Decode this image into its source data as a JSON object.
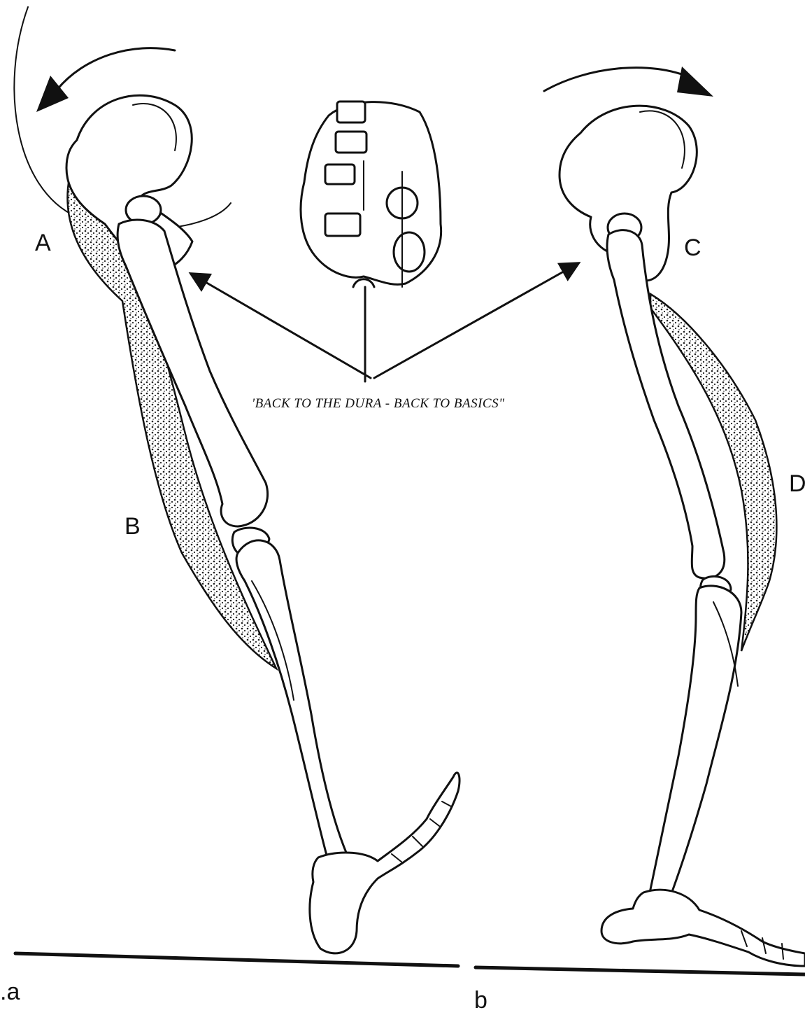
{
  "labels": {
    "A": "A",
    "B": "B",
    "C": "C",
    "D": "D",
    "panel_a": ".a",
    "panel_b": "b"
  },
  "caption": "'BACK TO THE DURA - BACK TO BASICS\"",
  "colors": {
    "ink": "#111111",
    "paper": "#ffffff"
  }
}
